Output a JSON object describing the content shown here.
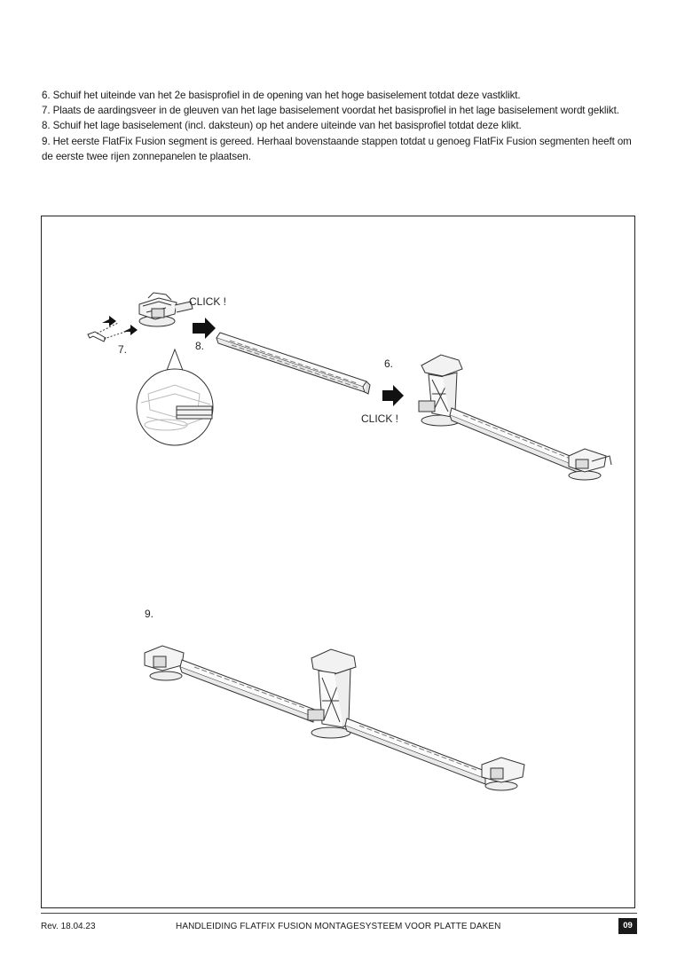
{
  "instructions": [
    "6. Schuif het uiteinde van het 2e basisprofiel in de opening van het hoge basiselement totdat deze vastklikt.",
    "7. Plaats de aardingsveer in de gleuven van het lage basiselement voordat het basisprofiel in het lage basiselement wordt geklikt.",
    "8. Schuif het lage basiselement (incl. daksteun) op het andere uiteinde van het basisprofiel totdat deze klikt.",
    "9. Het eerste FlatFix Fusion segment is gereed. Herhaal bovenstaande stappen totdat u genoeg FlatFix Fusion segmenten heeft om de eerste twee rijen zonnepanelen te plaatsen."
  ],
  "figure": {
    "click_top": "CLICK !",
    "click_bottom": "CLICK !",
    "step_7": "7.",
    "step_8": "8.",
    "step_6": "6.",
    "step_9": "9."
  },
  "footer": {
    "revision": "Rev. 18.04.23",
    "title": "HANDLEIDING FLATFIX FUSION MONTAGESYSTEEM VOOR PLATTE DAKEN",
    "page_number": "09"
  }
}
